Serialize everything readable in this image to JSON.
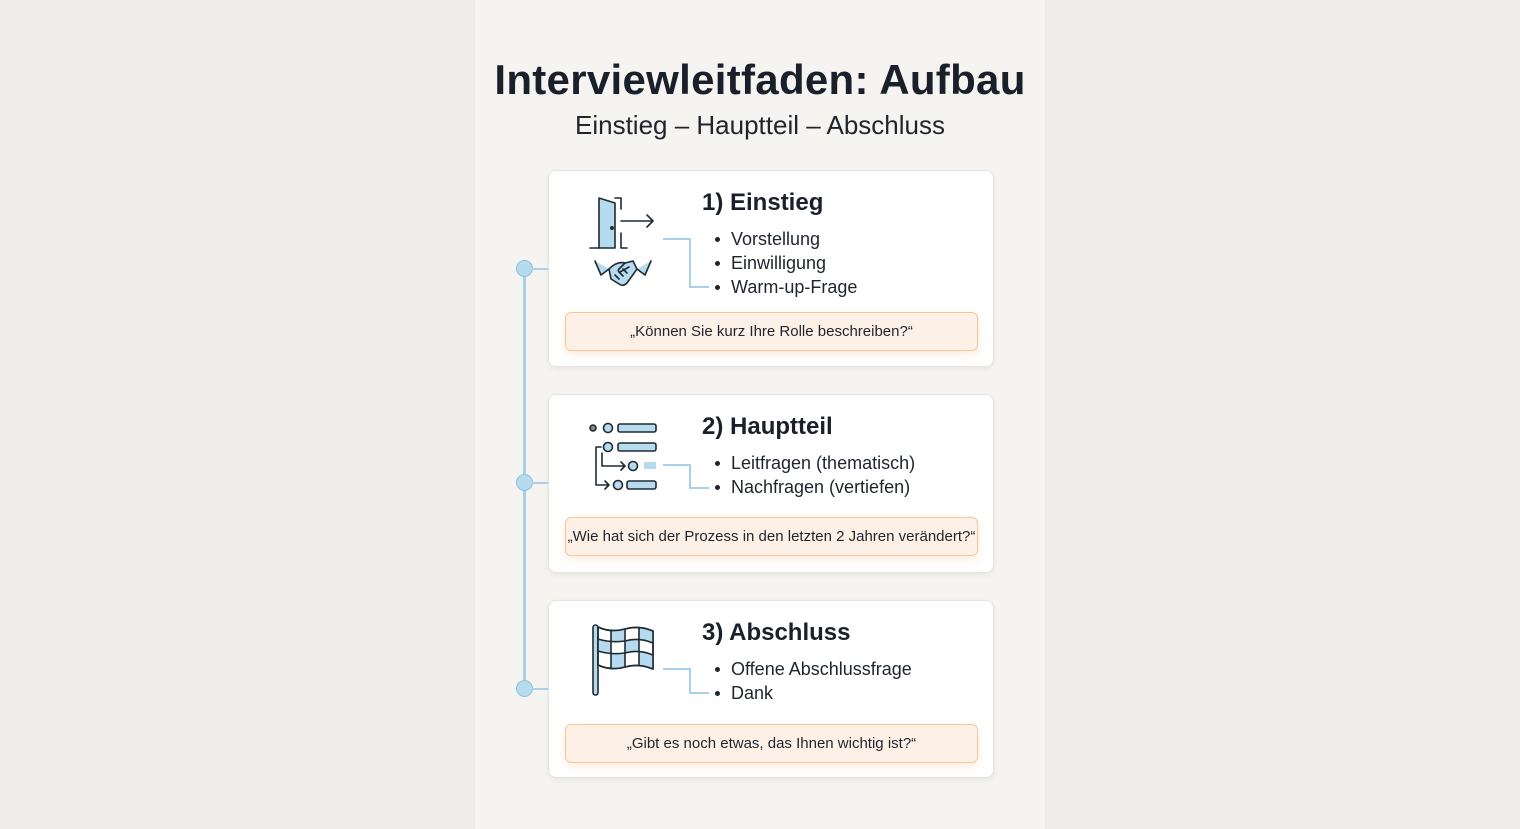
{
  "header": {
    "title": "Interviewleitfaden: Aufbau",
    "subtitle": "Einstieg – Hauptteil – Abschluss"
  },
  "colors": {
    "accent_blue": "#a9d0e6",
    "icon_fill": "#b6daee",
    "quote_bg": "#fdf1e7",
    "quote_border": "#f4c79b",
    "text_dark": "#1a2029"
  },
  "sections": [
    {
      "title": "1) Einstieg",
      "icon": "door-exit-handshake-icon",
      "items": [
        "Vorstellung",
        "Einwilligung",
        "Warm-up-Frage"
      ],
      "example_question": "„Können Sie kurz Ihre Rolle beschreiben?“"
    },
    {
      "title": "2) Hauptteil",
      "icon": "nested-list-icon",
      "items": [
        "Leitfragen (thematisch)",
        "Nachfragen (vertiefen)"
      ],
      "example_question": "„Wie hat sich der Prozess in den letzten 2 Jahren verändert?“"
    },
    {
      "title": "3) Abschluss",
      "icon": "checkered-flag-icon",
      "items": [
        "Offene Abschlussfrage",
        "Dank"
      ],
      "example_question": "„Gibt es noch etwas, das Ihnen wichtig ist?“"
    }
  ]
}
